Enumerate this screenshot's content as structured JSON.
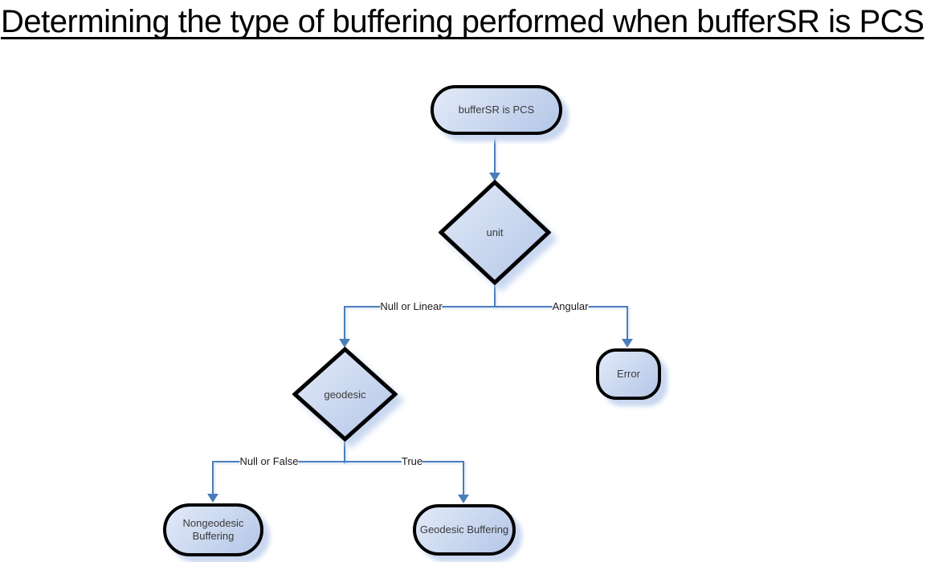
{
  "title": "Determining the type of buffering performed when bufferSR is PCS",
  "colors": {
    "line": "#4a7ebb",
    "node_border": "#000000",
    "fill_light": "#e2eaf8",
    "fill_dark": "#b4c6e7",
    "shadow": "#c9d7f0",
    "node_text": "#3a3a3a",
    "label_text": "#1a1a1a"
  },
  "nodes": {
    "start": {
      "label": "bufferSR is PCS",
      "shape": "rounded"
    },
    "unit": {
      "label": "unit",
      "shape": "diamond"
    },
    "geodesic": {
      "label": "geodesic",
      "shape": "diamond"
    },
    "error": {
      "label": "Error",
      "shape": "rounded"
    },
    "nongeodesic_buffering": {
      "label": "Nongeodesic Buffering",
      "shape": "rounded"
    },
    "geodesic_buffering": {
      "label": "Geodesic Buffering",
      "shape": "rounded"
    }
  },
  "edge_labels": {
    "unit_to_geodesic": "Null or Linear",
    "unit_to_error": "Angular",
    "geodesic_to_nongeodesic": "Null or False",
    "geodesic_to_geodesic_buffering": "True"
  }
}
